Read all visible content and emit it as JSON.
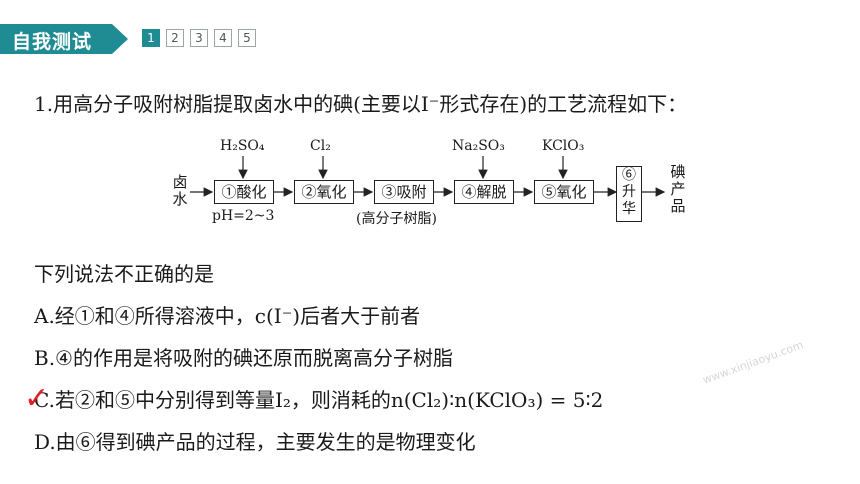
{
  "header": {
    "title": "自我测试",
    "pages": [
      "1",
      "2",
      "3",
      "4",
      "5"
    ],
    "active_page": "1"
  },
  "question": {
    "stem": "1.用高分子吸附树脂提取卤水中的碘(主要以I⁻形式存在)的工艺流程如下：",
    "prompt": "下列说法不正确的是",
    "options": {
      "a": "A.经①和④所得溶液中，c(I⁻)后者大于前者",
      "b": "B.④的作用是将吸附的碘还原而脱离高分子树脂",
      "c": "C.若②和⑤中分别得到等量I₂，则消耗的n(Cl₂)∶n(KClO₃) = 5∶2",
      "d": "D.由⑥得到碘产品的过程，主要发生的是物理变化"
    },
    "selected_option": "C"
  },
  "flow": {
    "input": "卤水",
    "steps": [
      "①酸化",
      "②氧化",
      "③吸附",
      "④解脱",
      "⑤氧化",
      "⑥升华"
    ],
    "reagents": [
      "H₂SO₄",
      "Cl₂",
      "Na₂SO₃",
      "KClO₃"
    ],
    "notes": [
      "pH=2~3",
      "(高分子树脂)"
    ],
    "output": "碘产品"
  },
  "watermark": "www.xinjiaoyu.com",
  "colors": {
    "accent": "#1e8c92",
    "check": "#e0202a"
  }
}
